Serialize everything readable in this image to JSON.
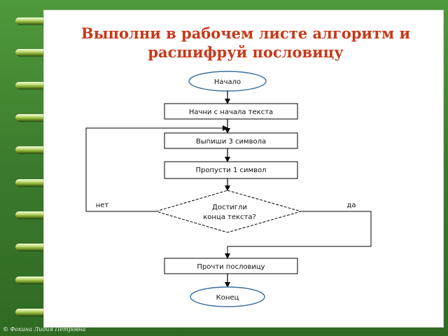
{
  "title": {
    "line1": "Выполни в рабочем листе алгоритм и",
    "line2": "расшифруй пословицу"
  },
  "flowchart": {
    "start": "Начало",
    "step1": "Начни с начала текста",
    "step2": "Выпиши 3 символа",
    "step3": "Пропусти 1 символ",
    "decision_line1": "Достигли",
    "decision_line2": "конца текста?",
    "no_label": "нет",
    "yes_label": "да",
    "step4": "Прочти пословицу",
    "end": "Конец"
  },
  "footer": {
    "copyright": "© Фокина Лидия Петровна"
  },
  "colors": {
    "title": "#c63a1a",
    "background": "#3d7d2f",
    "ring": "#a9cc4e"
  }
}
